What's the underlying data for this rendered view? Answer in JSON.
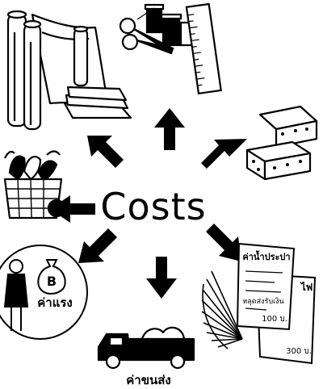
{
  "diagram": {
    "center_label": "Costs",
    "labels": {
      "labour": "ค่าแรง",
      "transport": "ค่าขนส่ง",
      "bill_title": "ค่าน้ำประปา",
      "bill_line": "หลุดส่งรับเงิน",
      "bill_amount_front": "100 บ.",
      "bill_amount_back": "300 บ.",
      "bill_back_header": "ไฟ",
      "coin_symbol": "B"
    }
  }
}
